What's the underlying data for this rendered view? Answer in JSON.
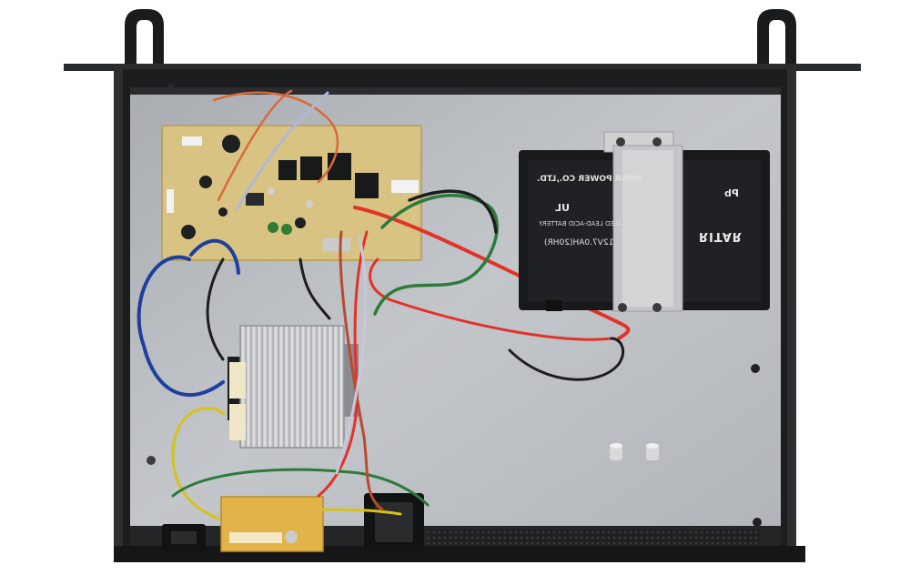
{
  "battery": {
    "brand": "RITAR",
    "manufacturer": "RITAR POWER CO.,LTD.",
    "type": "SEALED LEAD-ACID BATTERY",
    "model": "12V7.0AH(20HR)",
    "pb_mark": "Pb",
    "ul_mark": "UL"
  },
  "colors": {
    "panel": "#b9bcc0",
    "chassis": "#1c1d1f",
    "pcb": "#d9c383",
    "wire_red": "#e2332a",
    "wire_blue": "#1f3f9c",
    "wire_green": "#2d7a3a",
    "wire_yellow": "#d8c21a",
    "heatsink": "#c9cbcd"
  }
}
